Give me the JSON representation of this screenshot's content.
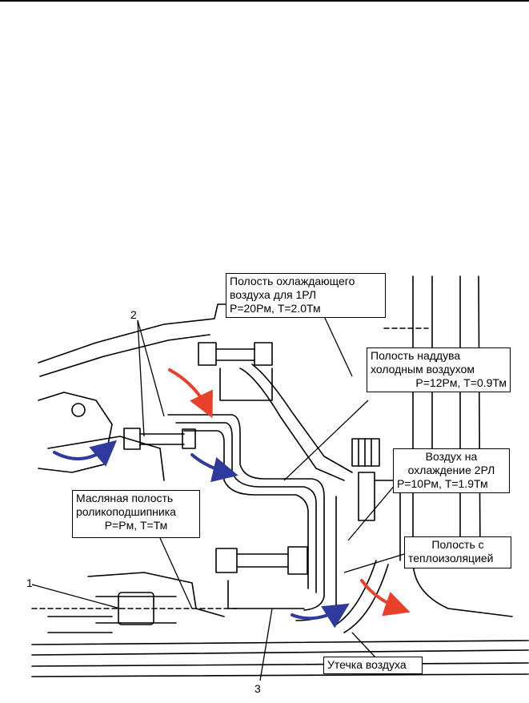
{
  "callouts": {
    "c1": {
      "l1": "Полость охлаждающего",
      "l2": "воздуха для 1РЛ",
      "l3": "Р=20Рм, Т=2.0Тм"
    },
    "c2": {
      "l1": "Полость наддува",
      "l2": "холодным воздухом",
      "l3": "Р=12Рм, Т=0.9Тм"
    },
    "c3": {
      "l1": "Воздух на",
      "l2": "охлаждение 2РЛ",
      "l3": "Р=10Рм, Т=1.9Тм"
    },
    "c4": {
      "l1": "Масляная полость",
      "l2": "роликоподшипника",
      "l3": "Р=Рм, Т=Тм"
    },
    "c5": {
      "l1": "Полость с",
      "l2": "теплоизоляцией"
    },
    "c6": {
      "l1": "Утечка воздуха"
    }
  },
  "numbers": {
    "n1": "1",
    "n2": "2",
    "n3": "3"
  },
  "colors": {
    "hot_flow": "#e8402a",
    "cold_flow": "#2e3a9c",
    "line": "#000000"
  }
}
